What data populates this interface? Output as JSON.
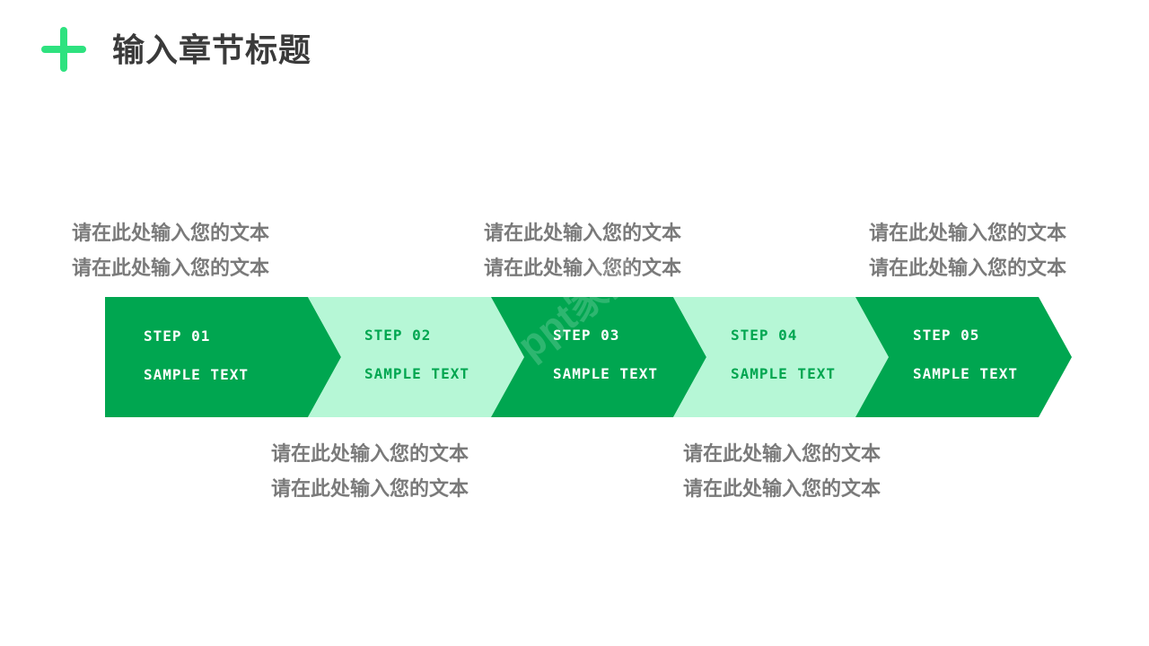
{
  "title": "输入章节标题",
  "accent_color": "#2ee27f",
  "colors": {
    "dark_green": "#00a650",
    "light_green": "#b6f7d6",
    "body_text": "#7a7a7a",
    "title_text": "#3a3a3a"
  },
  "text_blocks": {
    "top1": {
      "line1": "请在此处输入您的文本",
      "line2": "请在此处输入您的文本"
    },
    "top2": {
      "line1": "请在此处输入您的文本",
      "line2": "请在此处输入您的文本"
    },
    "top3": {
      "line1": "请在此处输入您的文本",
      "line2": "请在此处输入您的文本"
    },
    "bottom1": {
      "line1": "请在此处输入您的文本",
      "line2": "请在此处输入您的文本"
    },
    "bottom2": {
      "line1": "请在此处输入您的文本",
      "line2": "请在此处输入您的文本"
    }
  },
  "steps": [
    {
      "step": "STEP 01",
      "text": "SAMPLE TEXT",
      "style": "dark"
    },
    {
      "step": "STEP 02",
      "text": "SAMPLE TEXT",
      "style": "light"
    },
    {
      "step": "STEP 03",
      "text": "SAMPLE TEXT",
      "style": "dark"
    },
    {
      "step": "STEP 04",
      "text": "SAMPLE TEXT",
      "style": "light"
    },
    {
      "step": "STEP 05",
      "text": "SAMPLE TEXT",
      "style": "dark"
    }
  ],
  "watermark": "ppt家园"
}
